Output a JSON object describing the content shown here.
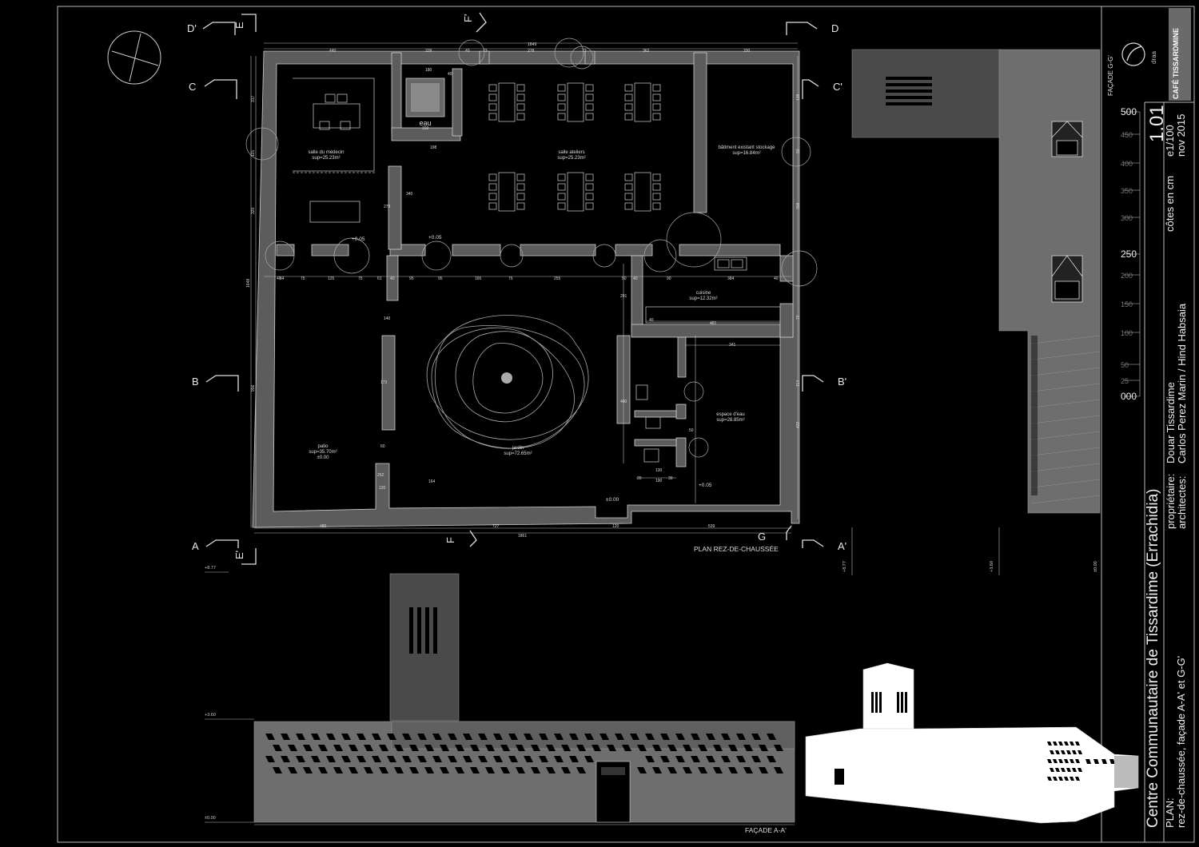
{
  "plan": {
    "title": "PLAN REZ-DE-CHAUSSÉE",
    "rooms": [
      {
        "name": "salle du médecin",
        "area": "sup=25.23m²",
        "level": ""
      },
      {
        "name": "salle ateliers",
        "area": "sup=25.23m²",
        "level": ""
      },
      {
        "name": "bâtiment existant stockage",
        "area": "sup=16.84m²",
        "level": ""
      },
      {
        "name": "cuisine",
        "area": "sup=12.32m²",
        "level": ""
      },
      {
        "name": "patio",
        "area": "sup=35.70m²",
        "level": "±0.00"
      },
      {
        "name": "jardin",
        "area": "sup=72.65m²",
        "level": ""
      },
      {
        "name": "espace d'eau",
        "area": "sup=28.85m²",
        "level": ""
      }
    ],
    "eau_label": "eau",
    "levels": [
      "+0.05",
      "+0.05",
      "±0.00",
      "+0.05"
    ],
    "section_marks": [
      "A",
      "A'",
      "B",
      "B'",
      "C",
      "C'",
      "D",
      "D'",
      "E",
      "E'",
      "F",
      "F'",
      "G"
    ],
    "dims_top": [
      "440",
      "229",
      "40",
      "73",
      "278",
      "73",
      "362",
      "330"
    ],
    "dim_total_top": "1849",
    "dims_bottom": [
      "480",
      "727",
      "120",
      "539"
    ],
    "dim_total_bottom": "1861",
    "dims_mid": [
      "40",
      "64",
      "75",
      "125",
      "75",
      "61",
      "40",
      "95",
      "95",
      "165",
      "75",
      "255",
      "50",
      "40",
      "90",
      "384",
      "40"
    ],
    "dims_left": [
      "317",
      "115",
      "320",
      "1648",
      "956"
    ],
    "dims_right": [
      "138",
      "93",
      "308",
      "72",
      "113",
      "432"
    ],
    "dims_internal": [
      "180",
      "40",
      "198",
      "150",
      "340",
      "278",
      "140",
      "173",
      "60",
      "252",
      "120",
      "164",
      "291",
      "400",
      "40",
      "481",
      "341",
      "20",
      "190",
      "30",
      "130",
      "50"
    ]
  },
  "facade_a": {
    "title": "FAÇADE A-A'",
    "levels": [
      "+8.77",
      "+3.60",
      "±0.00"
    ]
  },
  "facade_g": {
    "title": "FAÇADE G-G'",
    "levels": [
      "+8.77",
      "+3.60",
      "±0.00"
    ]
  },
  "titleblock": {
    "project": "Centre Communautaire de Tissardime (Errachidia)",
    "plan_label": "PLAN:",
    "plan_desc": "rez-de-chaussée, façade A-A' et G-G'",
    "owner_label": "propriétaire:",
    "owner": "Douar Tissardime",
    "architects_label": "architectes:",
    "architects": "Carlos Perez Marin / Hind Habsaia",
    "sheet_number": "1.01",
    "scale": "e1/100",
    "units": "côtes en cm",
    "date": "nov 2015",
    "logo_text": "CAFÉ TISSARDMINE",
    "org_logo": "draa",
    "scale_bar": [
      "000",
      "25",
      "50",
      "100",
      "150",
      "200",
      "250",
      "300",
      "350",
      "400",
      "450",
      "500"
    ]
  },
  "colors": {
    "background": "#000000",
    "wall": "#5c5c5c",
    "facade": "#6e6e6e",
    "tower": "#4a4a4a",
    "line": "#d8d8d8"
  }
}
